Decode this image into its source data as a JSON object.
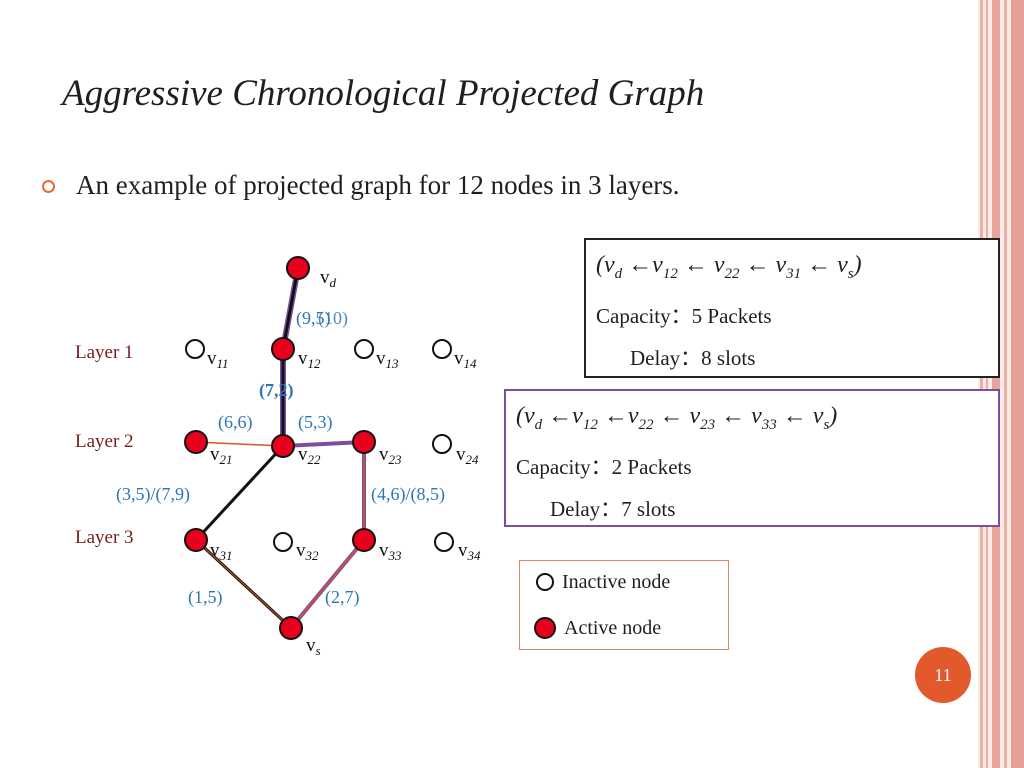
{
  "title": "Aggressive Chronological Projected Graph",
  "bullet": "An example of projected graph for 12 nodes in 3 layers.",
  "colors": {
    "accent": "#e2592b",
    "active_node": "#e8001c",
    "edge_label": "#2e75b6",
    "layer_label": "#7b1c1c",
    "path_highlight": "#7a4fa3"
  },
  "layers": [
    {
      "label": "Layer 1"
    },
    {
      "label": "Layer 2"
    },
    {
      "label": "Layer 3"
    }
  ],
  "nodes": [
    {
      "id": "vd",
      "base": "v",
      "sub": "d",
      "state": "active"
    },
    {
      "id": "v11",
      "base": "v",
      "sub": "11",
      "state": "inactive"
    },
    {
      "id": "v12",
      "base": "v",
      "sub": "12",
      "state": "active"
    },
    {
      "id": "v13",
      "base": "v",
      "sub": "13",
      "state": "inactive"
    },
    {
      "id": "v14",
      "base": "v",
      "sub": "14",
      "state": "inactive"
    },
    {
      "id": "v21",
      "base": "v",
      "sub": "21",
      "state": "active"
    },
    {
      "id": "v22",
      "base": "v",
      "sub": "22",
      "state": "active"
    },
    {
      "id": "v23",
      "base": "v",
      "sub": "23",
      "state": "active"
    },
    {
      "id": "v24",
      "base": "v",
      "sub": "24",
      "state": "inactive"
    },
    {
      "id": "v31",
      "base": "v",
      "sub": "31",
      "state": "active"
    },
    {
      "id": "v32",
      "base": "v",
      "sub": "32",
      "state": "inactive"
    },
    {
      "id": "v33",
      "base": "v",
      "sub": "33",
      "state": "active"
    },
    {
      "id": "v34",
      "base": "v",
      "sub": "34",
      "state": "inactive"
    },
    {
      "id": "vs",
      "base": "v",
      "sub": "s",
      "state": "active"
    }
  ],
  "edge_labels": {
    "vd_v12": "(9,5)",
    "vd_v12_b": "(10)",
    "v12_v22": "(7,2)",
    "v21_v22": "(6,6)",
    "v22_v23": "(5,3)",
    "v31_v22": "(3,5)/(7,9)",
    "v23_v33": "(4,6)/(8,5)",
    "v31_vs": "(1,5)",
    "v33_vs": "(2,7)"
  },
  "paths": [
    {
      "sequence": "(v_d ←v_12 ← v_22 ← v_31 ← v_s)",
      "capacity_label": "Capacity：",
      "capacity": "5 Packets",
      "delay_label": "Delay：",
      "delay": "8 slots"
    },
    {
      "sequence": "(v_d ←v_12 ←v_22 ← v_23 ← v_33 ← v_s)",
      "capacity_label": "Capacity：",
      "capacity": "2 Packets",
      "delay_label": "Delay：",
      "delay": "7 slots"
    }
  ],
  "legend": {
    "inactive": "Inactive node",
    "active": "Active node"
  },
  "page_number": "11"
}
